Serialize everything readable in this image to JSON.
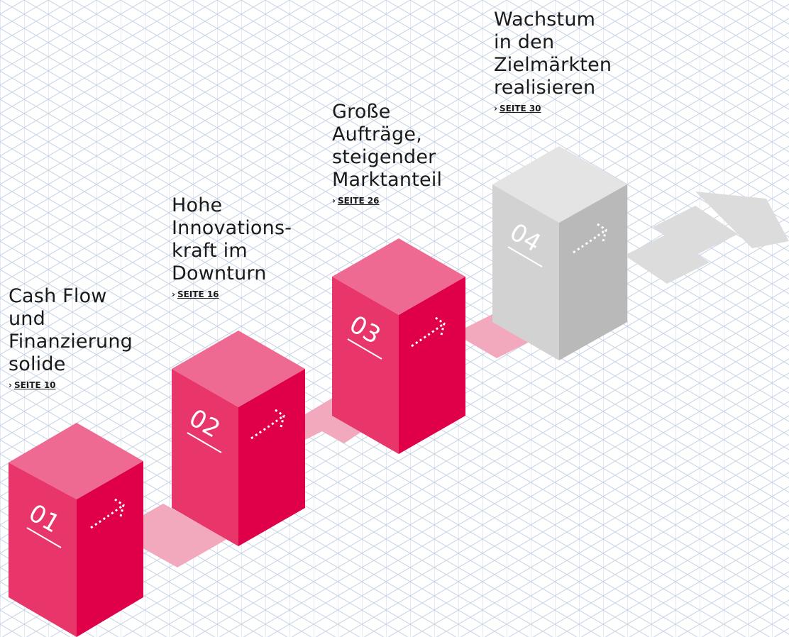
{
  "colors": {
    "grid": "#c7d4e7",
    "red_top": "#ef6a92",
    "red_left": "#e8356a",
    "red_right": "#e0004a",
    "gray_top": "#e4e4e4",
    "gray_left": "#d2d2d2",
    "gray_right": "#b9b9b9",
    "path_red": "#f3a9bd",
    "path_gray": "#dcdcdc"
  },
  "steps": [
    {
      "number": "01",
      "title_lines": [
        "Cash Flow",
        "und",
        "Finanzierung",
        "solide"
      ],
      "link_label": "SEITE 10",
      "color": "red"
    },
    {
      "number": "02",
      "title_lines": [
        "Hohe",
        "Innovations-",
        "kraft im",
        "Downturn"
      ],
      "link_label": "SEITE 16",
      "color": "red"
    },
    {
      "number": "03",
      "title_lines": [
        "Große",
        "Aufträge,",
        "steigender",
        "Marktanteil"
      ],
      "link_label": "SEITE 26",
      "color": "red"
    },
    {
      "number": "04",
      "title_lines": [
        "Wachstum",
        "in den",
        "Zielmärkten",
        "realisieren"
      ],
      "link_label": "SEITE 30",
      "color": "gray"
    }
  ],
  "link_prefix": "›",
  "arrow_icon": "dotted-arrow-icon"
}
